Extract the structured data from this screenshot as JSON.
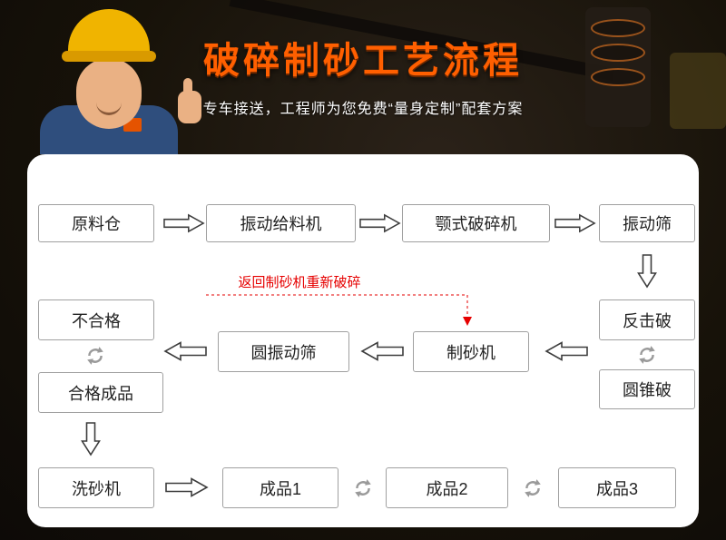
{
  "banner": {
    "title": "破碎制砂工艺流程",
    "subtitle": "专车接送，工程师为您免费“量身定制”配套方案"
  },
  "flowchart": {
    "return_label": "返回制砂机重新破碎",
    "nodes": {
      "raw_bin": "原料仓",
      "vibrating_feeder": "振动给料机",
      "jaw_crusher": "颚式破碎机",
      "vibrating_screen": "振动筛",
      "impact_crusher": "反击破",
      "cone_crusher": "圆锥破",
      "sand_maker": "制砂机",
      "circular_screen": "圆振动筛",
      "unqualified": "不合格",
      "qualified": "合格成品",
      "sand_washer": "洗砂机",
      "product1": "成品1",
      "product2": "成品2",
      "product3": "成品3"
    },
    "edges": [
      {
        "from": "原料仓",
        "to": "振动给料机",
        "style": "arrow"
      },
      {
        "from": "振动给料机",
        "to": "颚式破碎机",
        "style": "arrow"
      },
      {
        "from": "颚式破碎机",
        "to": "振动筛",
        "style": "arrow"
      },
      {
        "from": "振动筛",
        "to": "反击破",
        "style": "arrow"
      },
      {
        "from": "反击破",
        "to": "圆锥破",
        "style": "recycle"
      },
      {
        "from": "圆锥破",
        "to": "制砂机",
        "style": "arrow"
      },
      {
        "from": "制砂机",
        "to": "圆振动筛",
        "style": "arrow"
      },
      {
        "from": "圆振动筛",
        "to": "不合格",
        "style": "arrow"
      },
      {
        "from": "不合格",
        "to": "制砂机",
        "style": "dashed",
        "label": "返回制砂机重新破碎"
      },
      {
        "from": "不合格",
        "to": "合格成品",
        "style": "recycle"
      },
      {
        "from": "合格成品",
        "to": "洗砂机",
        "style": "arrow"
      },
      {
        "from": "洗砂机",
        "to": "成品1",
        "style": "arrow"
      },
      {
        "from": "成品1",
        "to": "成品2",
        "style": "recycle"
      },
      {
        "from": "成品2",
        "to": "成品3",
        "style": "recycle"
      }
    ]
  },
  "icons": {
    "flow_arrow_right": "hollow block arrow →",
    "flow_arrow_left": "hollow block arrow ←",
    "flow_arrow_down": "hollow block arrow ↓",
    "recycle": "↻"
  },
  "colors": {
    "accent": "#ff5f00",
    "return_red": "#e60000",
    "box_border": "#a0a0a0",
    "arrow_outline": "#3d3d3d"
  }
}
